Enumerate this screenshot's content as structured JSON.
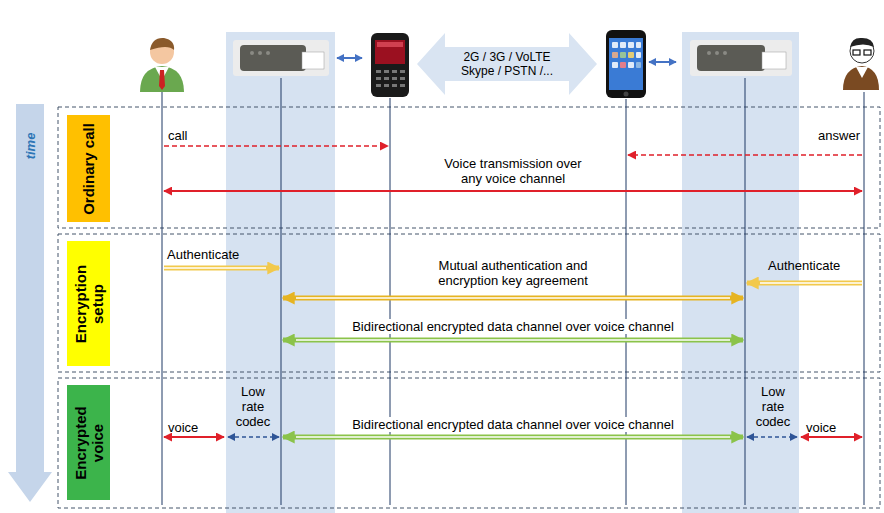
{
  "diagram": {
    "nodes": [
      {
        "text": [
          "time"
        ]
      },
      {
        "text": [
          "2G / 3G / VoLTE Skype / PSTN /..."
        ]
      },
      {
        "text": [
          "Ordinary call"
        ]
      },
      {
        "text": [
          "Encryption setup"
        ]
      },
      {
        "text": [
          "Encrypted voice"
        ]
      }
    ],
    "labels": [
      "call",
      "answer",
      "Voice transmission over any voice channel",
      "Authenticate",
      "Mutual authentication and encryption key agreement",
      "Authenticate",
      "Bidirectional encrypted data channel over voice channel",
      "voice",
      "Low rate codec",
      "Bidirectional encrypted data channel over voice channel",
      "Low rate codec",
      "voice"
    ]
  }
}
